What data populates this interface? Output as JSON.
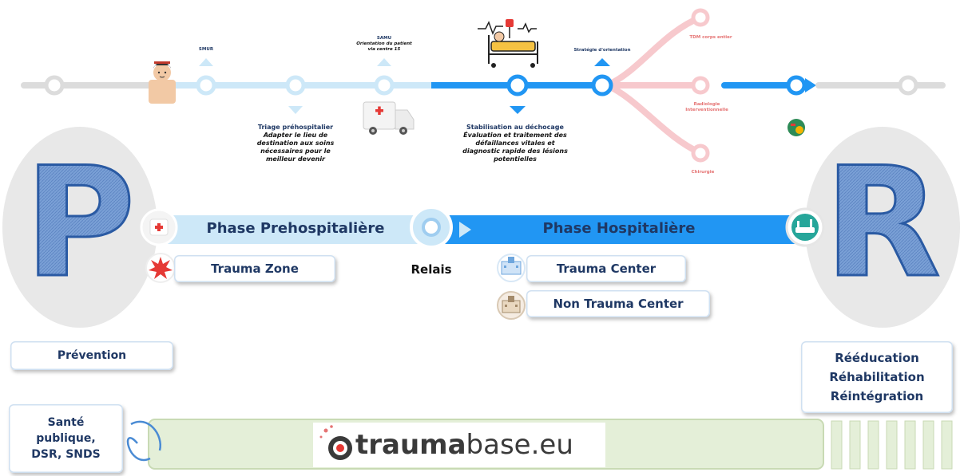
{
  "timeline": {
    "smur": "SMUR",
    "samu_title": "SAMU",
    "samu_sub1": "Orientation du patient",
    "samu_sub2": "via centre 15",
    "triage_title": "Triage préhospitalier",
    "triage_lines": [
      "Adapter le lieu de",
      "destination aux soins",
      "nécessaires pour le",
      "meilleur devenir"
    ],
    "stabil_title": "Stabilisation au déchocage",
    "stabil_lines": [
      "Évaluation et traitement des",
      "défaillances vitales et",
      "diagnostic rapide des lésions",
      "potentielles"
    ],
    "strategie": "Stratégie d'orientation",
    "tdm": "TDM corps entier",
    "radio1": "Radiologie",
    "radio2": "Interventionnelle",
    "chirurgie": "Chirurgie"
  },
  "letters": {
    "p": "P",
    "r": "R"
  },
  "phases": {
    "pre": "Phase Prehospitalière",
    "hosp": "Phase Hospitalière",
    "relais": "Relais"
  },
  "boxes": {
    "trauma_zone": "Trauma Zone",
    "trauma_center": "Trauma Center",
    "non_trauma_center": "Non Trauma Center",
    "prevention": "Prévention",
    "reeducation": "Rééducation",
    "rehabilitation": "Réhabilitation",
    "reintegration": "Réintégration",
    "sante1": "Santé",
    "sante2": "publique,",
    "sante3": "DSR, SNDS"
  },
  "logo": {
    "part1": "trauma",
    "part2": "base.eu"
  },
  "colors": {
    "light_blue": "#cde8f8",
    "strong_blue": "#2196f3",
    "pink": "#f7c9cd",
    "grey": "#dcdcdc",
    "navy": "#1f3864",
    "green_bar": "#e4efd8"
  },
  "icons": [
    "patient-icon",
    "ambulance-icon",
    "hospital-bed-icon",
    "first-aid-icon",
    "explosion-icon",
    "relay-icon",
    "surgery-icon",
    "hospital-icon",
    "non-trauma-hospital-icon",
    "medication-icon",
    "logo-target-icon"
  ]
}
